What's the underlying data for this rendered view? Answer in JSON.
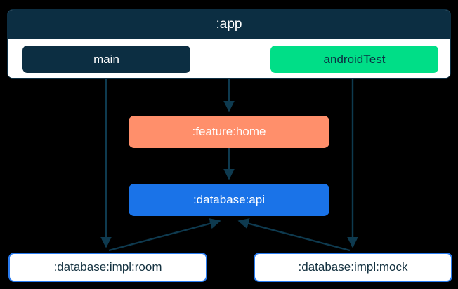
{
  "diagram": {
    "type": "module-dependency-graph",
    "background_color": "#000000",
    "app": {
      "title": ":app",
      "header_color": "#0c2e42",
      "body_color": "#ffffff",
      "source_sets": [
        {
          "id": "main",
          "label": "main",
          "fill": "#0c2e42",
          "text_color": "#ffffff"
        },
        {
          "id": "androidTest",
          "label": "androidTest",
          "fill": "#00de87",
          "text_color": "#0c2e42"
        }
      ]
    },
    "modules": [
      {
        "id": "feature-home",
        "label": ":feature:home",
        "fill": "#ff8f6b",
        "text_color": "#ffffff"
      },
      {
        "id": "database-api",
        "label": ":database:api",
        "fill": "#1a73e8",
        "text_color": "#ffffff"
      },
      {
        "id": "database-impl-room",
        "label": ":database:impl:room",
        "fill": "#ffffff",
        "border_color": "#2a7cf0",
        "text_color": "#12303f"
      },
      {
        "id": "database-impl-mock",
        "label": ":database:impl:mock",
        "fill": "#ffffff",
        "border_color": "#2a7cf0",
        "text_color": "#12303f"
      }
    ],
    "edges": [
      {
        "from": "main",
        "to": "database-impl-room"
      },
      {
        "from": "app",
        "to": "feature-home"
      },
      {
        "from": "androidTest",
        "to": "database-impl-mock"
      },
      {
        "from": "feature-home",
        "to": "database-api"
      },
      {
        "from": "database-impl-room",
        "to": "database-api"
      },
      {
        "from": "database-impl-mock",
        "to": "database-api"
      }
    ],
    "edge_color": "#0e3a4f"
  }
}
